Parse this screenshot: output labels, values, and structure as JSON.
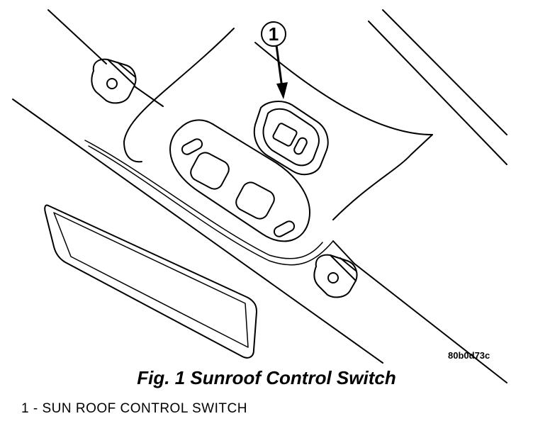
{
  "figure": {
    "callout_number": "1",
    "drawing_code": "80b0d73c",
    "caption": "Fig. 1 Sunroof Control Switch",
    "legend": [
      {
        "text": "1 - SUN ROOF CONTROL SWITCH"
      }
    ]
  }
}
